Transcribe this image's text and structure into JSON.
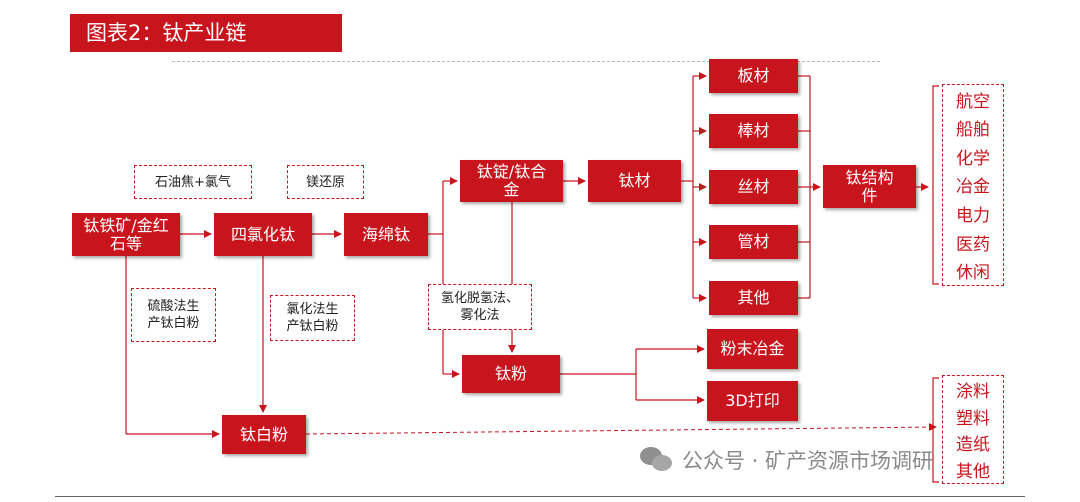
{
  "title": "图表2：钛产业链",
  "nodes": {
    "ore": "钛铁矿/金红石等",
    "ticl4": "四氯化钛",
    "sponge": "海绵钛",
    "ingot": "钛锭/钛合金",
    "ti_material": "钛材",
    "plate": "板材",
    "rod": "棒材",
    "wire": "丝材",
    "tube": "管材",
    "other_mat": "其他",
    "structure": "钛结构件",
    "powder": "钛粉",
    "powder_metallurgy": "粉末冶金",
    "print3d": "3D打印",
    "tio2": "钛白粉"
  },
  "notes": {
    "coke_chlorine": "石油焦+氯气",
    "mg_reduction": "镁还原",
    "sulfuric": "硫酸法生产钛白粉",
    "chloride": "氯化法生产钛白粉",
    "hdh": "氢化脱氢法、雾化法"
  },
  "applications_top": [
    "航空",
    "船舶",
    "化学",
    "冶金",
    "电力",
    "医药",
    "休闲"
  ],
  "applications_bottom": [
    "涂料",
    "塑料",
    "造纸",
    "其他"
  ],
  "watermark": "公众号 · 矿产资源市场调研",
  "colors": {
    "accent": "#c8141c"
  }
}
